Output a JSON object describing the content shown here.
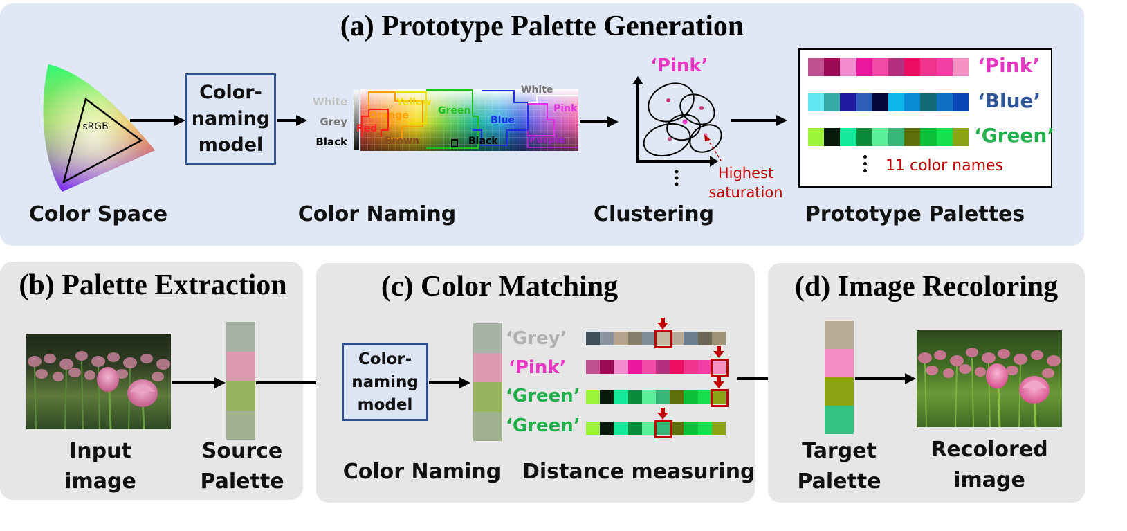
{
  "panel_a": {
    "title": "(a) Prototype Palette Generation",
    "captions": [
      "Color Space",
      "Color Naming",
      "Clustering",
      "Prototype Palettes"
    ],
    "srgb_label": "sRGB",
    "model_label": [
      "Color-",
      "naming",
      "model"
    ],
    "naming_labels": {
      "left": [
        "White",
        "Grey",
        "Black"
      ],
      "inside": [
        "Orange",
        "Yellow",
        "Green",
        "Red",
        "Blue",
        "White",
        "Pink",
        "Brown",
        "Black",
        "Purple"
      ]
    },
    "cluster_title": "‘Pink’",
    "cluster_note": [
      "Highest",
      "saturation"
    ],
    "palettes": [
      {
        "name": "‘Pink’",
        "name_color": "#e835c4",
        "colors": [
          "#c0508f",
          "#9a0a55",
          "#f28ad0",
          "#e8179c",
          "#f04aa8",
          "#b42f80",
          "#ea0d61",
          "#f0358e",
          "#f33ea8",
          "#f590c4"
        ]
      },
      {
        "name": "‘Blue’",
        "name_color": "#2f5597",
        "colors": [
          "#63e7f2",
          "#36a8a5",
          "#1d1a9e",
          "#2e5fb8",
          "#05083a",
          "#0bb6e8",
          "#0a8ad4",
          "#126b74",
          "#0e70c2",
          "#0a47b4"
        ]
      },
      {
        "name": "‘Green’",
        "name_color": "#1fb04b",
        "colors": [
          "#9df23a",
          "#071a0c",
          "#14e89a",
          "#0a8a3a",
          "#5cf09a",
          "#34b878",
          "#5e6e0b",
          "#0cc23a",
          "#16e04e",
          "#8aa414"
        ]
      }
    ],
    "more_label": "11 color names"
  },
  "panel_b": {
    "title": "(b) Palette Extraction",
    "captions": [
      [
        "Input",
        "image"
      ],
      [
        "Source",
        "Palette"
      ]
    ],
    "source_palette": [
      "#a7b3a4",
      "#dc9ab0",
      "#98b461",
      "#9fb18f"
    ]
  },
  "panel_c": {
    "title": "(c) Color Matching",
    "model_label": [
      "Color-",
      "naming",
      "model"
    ],
    "captions": [
      "Color Naming",
      "Distance measuring"
    ],
    "named_palette": [
      "#a7b3a4",
      "#dc9ab0",
      "#98b461",
      "#9fb18f"
    ],
    "names": [
      {
        "text": "‘Grey’",
        "color": "#b0b0b0"
      },
      {
        "text": "‘Pink’",
        "color": "#e835c4"
      },
      {
        "text": "‘Green’",
        "color": "#1fb04b"
      },
      {
        "text": "‘Green’",
        "color": "#1fb04b"
      }
    ],
    "rows": [
      {
        "colors": [
          "#3f4f5c",
          "#8a92a2",
          "#b6a58e",
          "#857e6c",
          "#7e8d97",
          "#c5b9a4",
          "#b8a897",
          "#6d7f8c",
          "#6c6656",
          "#9e9478"
        ],
        "selected": 5
      },
      {
        "colors": [
          "#c0508f",
          "#9a0a55",
          "#f28ad0",
          "#e8179c",
          "#f04aa8",
          "#b42f80",
          "#ea0d61",
          "#f0358e",
          "#f33ea8",
          "#f590c4"
        ],
        "selected": 9
      },
      {
        "colors": [
          "#9df23a",
          "#071a0c",
          "#14e89a",
          "#0a8a3a",
          "#5cf09a",
          "#34b878",
          "#5e6e0b",
          "#0cc23a",
          "#16e04e",
          "#8aa414"
        ],
        "selected": 9
      },
      {
        "colors": [
          "#9df23a",
          "#071a0c",
          "#14e89a",
          "#0a8a3a",
          "#5cf09a",
          "#34b878",
          "#5e6e0b",
          "#0cc23a",
          "#16e04e",
          "#8aa414"
        ],
        "selected": 5
      }
    ]
  },
  "panel_d": {
    "title": "(d) Image Recoloring",
    "captions": [
      [
        "Target",
        "Palette"
      ],
      [
        "Recolored",
        "image"
      ]
    ],
    "target_palette": [
      "#b9a997",
      "#f58cc4",
      "#8aa414",
      "#34c280"
    ]
  },
  "colors": {
    "panel_a_bg": "#dfe8f4",
    "panel_bg": "#e6e6e6",
    "accent_red": "#c00000",
    "box_border": "#2f4f8f"
  }
}
